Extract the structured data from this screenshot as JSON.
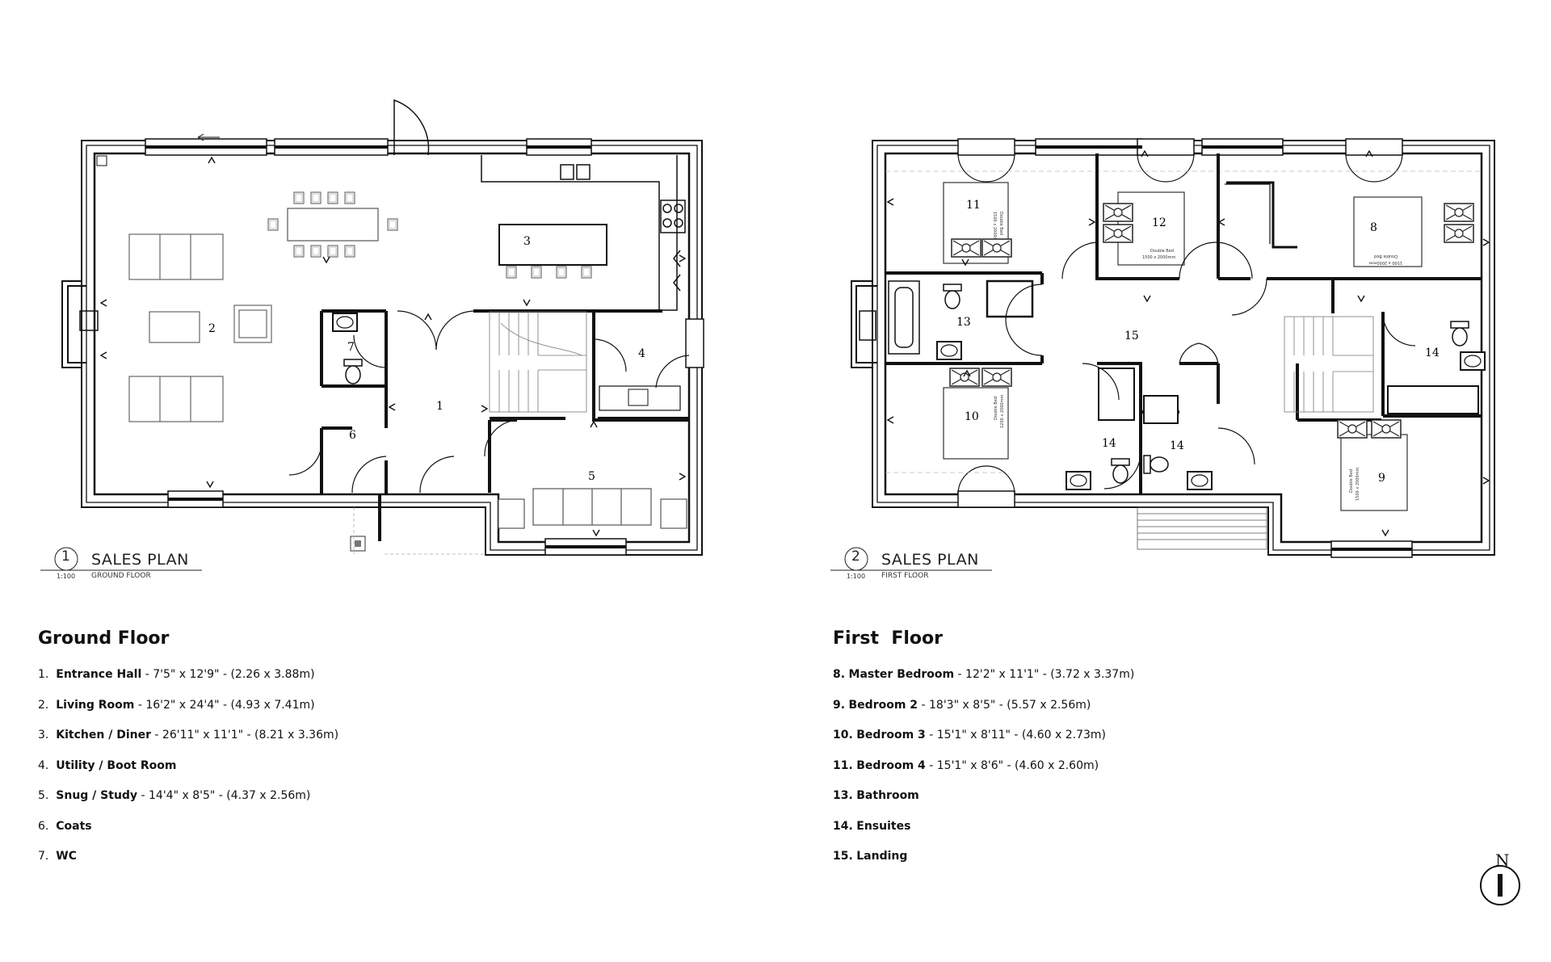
{
  "plans": [
    {
      "id": "ground",
      "number": "1",
      "title": "SALES PLAN",
      "subtitle": "GROUND FLOOR",
      "scale": "1:100"
    },
    {
      "id": "first",
      "number": "2",
      "title": "SALES PLAN",
      "subtitle": "FIRST FLOOR",
      "scale": "1:100"
    }
  ],
  "ground_rooms": [
    "1",
    "2",
    "3",
    "4",
    "5",
    "6",
    "7"
  ],
  "first_rooms": [
    "8",
    "9",
    "10",
    "11",
    "12",
    "13",
    "14",
    "14",
    "14",
    "15"
  ],
  "bed_label": "Double Bed",
  "bed_size": "1500 x 2000mm",
  "bed_size_alt": "1200 x 2000mm",
  "ground_floor": {
    "heading": "Ground Floor",
    "items": [
      {
        "num": "1.",
        "name": "Entrance Hall",
        "dims": " - 7'5\" x 12'9\" - (2.26 x 3.88m)"
      },
      {
        "num": "2.",
        "name": "Living Room",
        "dims": " - 16'2\" x 24'4\" - (4.93 x 7.41m)"
      },
      {
        "num": "3.",
        "name": "Kitchen / Diner",
        "dims": " - 26'11\" x 11'1\" - (8.21 x 3.36m)"
      },
      {
        "num": "4.",
        "name": "Utility / Boot Room",
        "dims": ""
      },
      {
        "num": "5.",
        "name": "Snug / Study",
        "dims": " - 14'4\" x 8'5\" - (4.37 x 2.56m)"
      },
      {
        "num": "6.",
        "name": "Coats",
        "dims": ""
      },
      {
        "num": "7.",
        "name": "WC",
        "dims": ""
      }
    ]
  },
  "first_floor": {
    "heading": "First  Floor",
    "items": [
      {
        "num": "8.",
        "name": "Master Bedroom",
        "dims": " - 12'2\" x 11'1\" - (3.72 x 3.37m)"
      },
      {
        "num": "9.",
        "name": "Bedroom 2",
        "dims": " - 18'3\" x 8'5\" - (5.57 x 2.56m)"
      },
      {
        "num": "10.",
        "name": "Bedroom 3",
        "dims": " - 15'1\" x 8'11\" - (4.60 x 2.73m)"
      },
      {
        "num": "11.",
        "name": "Bedroom 4",
        "dims": " - 15'1\" x 8'6\" - (4.60 x 2.60m)"
      },
      {
        "num": "13.",
        "name": "Bathroom",
        "dims": ""
      },
      {
        "num": "14.",
        "name": "Ensuites",
        "dims": ""
      },
      {
        "num": "15.",
        "name": "Landing",
        "dims": ""
      }
    ]
  },
  "compass": {
    "label": "N"
  }
}
